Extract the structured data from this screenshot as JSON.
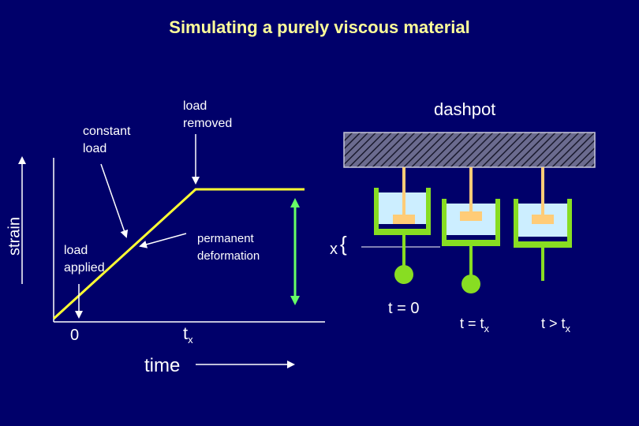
{
  "title": "Simulating a purely viscous material",
  "graph": {
    "y_label": "strain",
    "x_label": "time",
    "origin_label": "0",
    "tx_main": "t",
    "tx_sub": "x",
    "annotations": {
      "constant_load_line1": "constant",
      "constant_load_line2": "load",
      "load_removed_line1": "load",
      "load_removed_line2": "removed",
      "load_applied_line1": "load",
      "load_applied_line2": "applied",
      "permanent_deformation_line1": "permanent",
      "permanent_deformation_line2": "deformation"
    }
  },
  "dashpot": {
    "title": "dashpot",
    "x_label": "x",
    "states": [
      {
        "main": "t = 0",
        "sub": ""
      },
      {
        "main": "t = t",
        "sub": "x"
      },
      {
        "main": "t > t",
        "sub": "x"
      }
    ]
  },
  "colors": {
    "background": "#00006a",
    "title": "#ffff99",
    "curve": "#ffff33",
    "arrow_green": "#66ff66",
    "dashpot_green": "#88dd22",
    "fluid": "#cceeff",
    "piston": "#ffcc77"
  }
}
